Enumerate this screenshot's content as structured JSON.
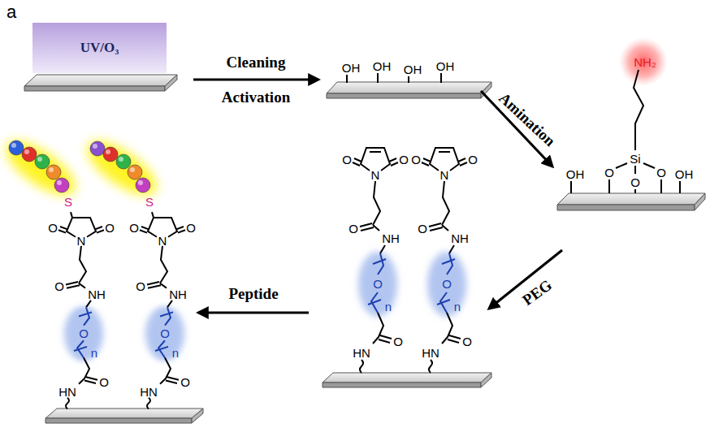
{
  "diagram": {
    "nodes": [
      {
        "text": [
          "UV/O₃"
        ]
      },
      {
        "text": [
          "OH",
          "OH",
          "OH",
          "OH"
        ]
      },
      {
        "text": [
          "NH₂",
          "Si",
          "O",
          "O",
          "O",
          "OH",
          "OH"
        ]
      },
      {
        "text": [
          "O",
          "N",
          "O",
          "O",
          "NH",
          "O",
          "n",
          "O",
          "HN",
          "O",
          "N",
          "O",
          "O",
          "NH",
          "O",
          "n",
          "O",
          "HN"
        ]
      },
      {
        "text": [
          "S",
          "O",
          "N",
          "O",
          "O",
          "NH",
          "O",
          "n",
          "O",
          "HN",
          "S",
          "O",
          "N",
          "O",
          "O",
          "NH",
          "O",
          "n",
          "O",
          "HN"
        ]
      }
    ],
    "edges": [
      {
        "from": 0,
        "to": 1,
        "arrow": "to",
        "label": "Cleaning"
      },
      {
        "from": 1,
        "to": 2,
        "arrow": "to",
        "label": "Amination"
      },
      {
        "from": 2,
        "to": 3,
        "arrow": "to",
        "label": "PEG"
      },
      {
        "from": 3,
        "to": 4,
        "arrow": "to",
        "label": "Peptide"
      }
    ],
    "labels": [
      "a",
      "Activation"
    ]
  }
}
